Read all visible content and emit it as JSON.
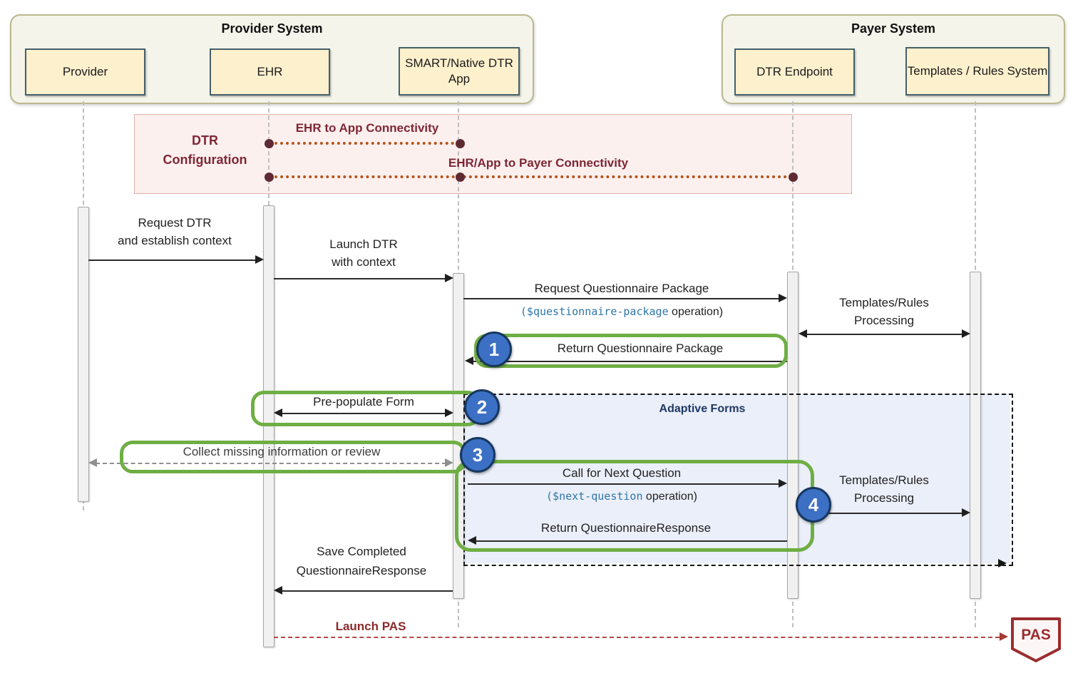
{
  "provider_system": {
    "title": "Provider System",
    "actors": {
      "provider": "Provider",
      "ehr": "EHR",
      "dtr_app": "SMART/Native DTR App"
    }
  },
  "payer_system": {
    "title": "Payer System",
    "actors": {
      "dtr_endpoint": "DTR Endpoint",
      "templates_rules": "Templates / Rules System"
    }
  },
  "config": {
    "title_line1": "DTR",
    "title_line2": "Configuration",
    "link1": "EHR to App Connectivity",
    "link2": "EHR/App to Payer Connectivity"
  },
  "messages": {
    "request_dtr_1": "Request DTR",
    "request_dtr_2": "and establish context",
    "launch_dtr_1": "Launch DTR",
    "launch_dtr_2": "with context",
    "request_qp": "Request Questionnaire Package",
    "request_qp_op_code": "($questionnaire-package",
    "request_qp_op_rest": " operation)",
    "templates_processing_1a": "Templates/Rules",
    "templates_processing_1b": "Processing",
    "return_qp": "Return Questionnaire Package",
    "prepopulate": "Pre-populate Form",
    "adaptive_forms": "Adaptive Forms",
    "collect": "Collect missing information or review",
    "next_q": "Call for Next Question",
    "next_q_op_code": "($next-question",
    "next_q_op_rest": " operation)",
    "templates_processing_2a": "Templates/Rules",
    "templates_processing_2b": "Processing",
    "return_qr": "Return QuestionnaireResponse",
    "save_qr_1": "Save Completed",
    "save_qr_2": "QuestionnaireResponse",
    "launch_pas": "Launch PAS",
    "pas": "PAS"
  },
  "badges": {
    "b1": "1",
    "b2": "2",
    "b3": "3",
    "b4": "4"
  },
  "colors": {
    "highlight_green": "#6fae44",
    "badge_blue": "#3b70c5",
    "config_maroon": "#7f2635",
    "adaptive_fill": "#eaeffa",
    "actor_fill": "#fdf0cd",
    "config_fill": "#fcf0ee",
    "mono_blue": "#2e75a8",
    "pas_red": "#9b2d30"
  }
}
